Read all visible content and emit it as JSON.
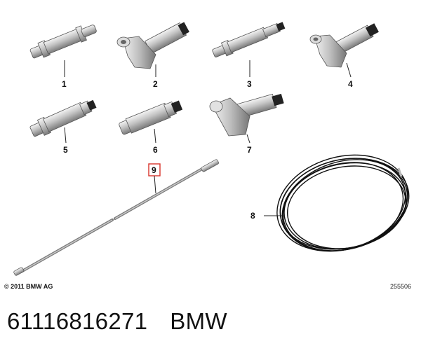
{
  "callouts": {
    "c1": "1",
    "c2": "2",
    "c3": "3",
    "c4": "4",
    "c5": "5",
    "c6": "6",
    "c7": "7",
    "c8": "8",
    "c9": "9"
  },
  "footer": {
    "copyright": "© 2011 BMW AG",
    "figure_number": "255506"
  },
  "caption": {
    "part_number": "61116816271",
    "brand": "BMW"
  },
  "colors": {
    "highlight": "#d9342b",
    "metal": "#b9b9b9",
    "cable": "#111111"
  }
}
